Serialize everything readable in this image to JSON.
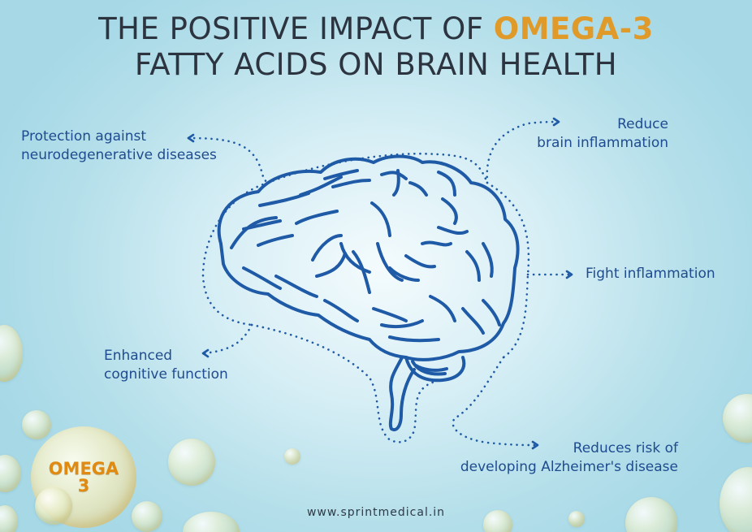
{
  "title": {
    "line1_prefix": "THE POSITIVE IMPACT OF ",
    "line1_accent": "OMEGA-3",
    "line2": "FATTY ACIDS ON BRAIN HEALTH"
  },
  "labels": {
    "protection_line1": "Protection against",
    "protection_line2": "neurodegenerative diseases",
    "reduce_line1": "Reduce",
    "reduce_line2": "brain inflammation",
    "fight": "Fight inflammation",
    "cognitive_line1": "Enhanced",
    "cognitive_line2": "cognitive function",
    "alzheimer_line1": "Reduces risk of",
    "alzheimer_line2": "developing Alzheimer's disease"
  },
  "badge": {
    "line1": "OMEGA",
    "line2": "3"
  },
  "footer": {
    "url": "www.sprintmedical.in"
  },
  "colors": {
    "title": "#2c3440",
    "accent": "#e09a2a",
    "label": "#1f4b8f",
    "brain_stroke": "#1f5aa6"
  },
  "icons": {
    "brain": "brain-icon",
    "arrow": "dotted-arrow-icon",
    "bubble": "oil-bubble-icon"
  }
}
